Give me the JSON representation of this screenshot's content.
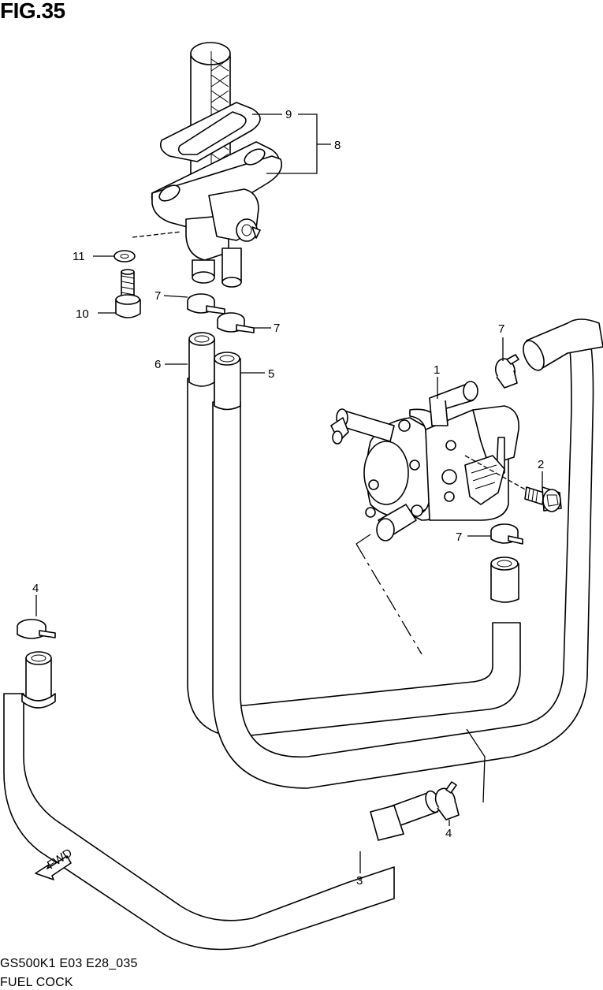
{
  "figure": {
    "title": "FIG.35",
    "code": "GS500K1 E03 E28_035",
    "name": "FUEL COCK",
    "fwd_label": "FWD"
  },
  "callouts": {
    "c1": "1",
    "c2": "2",
    "c3": "3",
    "c4a": "4",
    "c4b": "4",
    "c5": "5",
    "c6": "6",
    "c7a": "7",
    "c7b": "7",
    "c7c": "7",
    "c7d": "7",
    "c8": "8",
    "c9": "9",
    "c10": "10",
    "c11": "11"
  }
}
